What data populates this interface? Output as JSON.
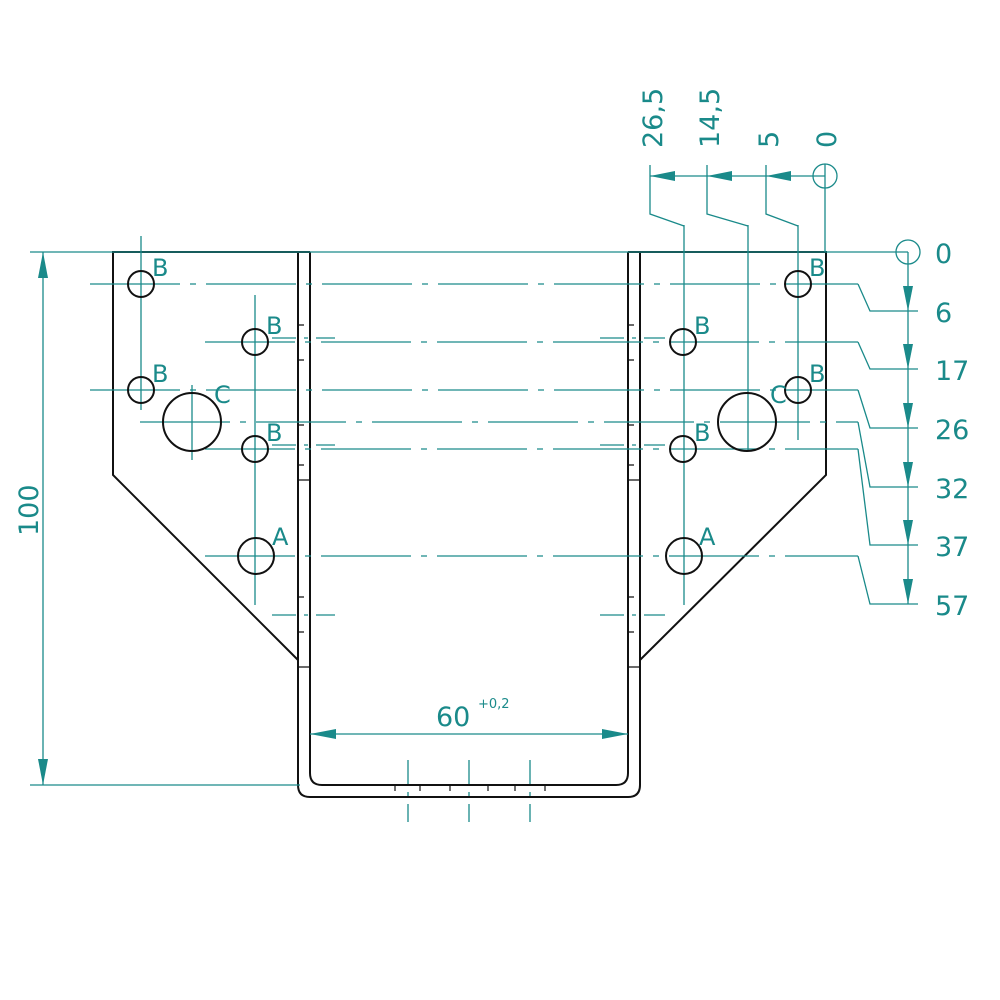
{
  "drawing": {
    "colors": {
      "dimension": "#1a8a8a",
      "outline": "#111111"
    },
    "x_dimensions": [
      "26,5",
      "14,5",
      "5",
      "0"
    ],
    "y_dimensions": [
      "0",
      "6",
      "17",
      "26",
      "32",
      "37",
      "57"
    ],
    "height_dimension": "100",
    "width_dimension": "60",
    "width_tolerance": "+0,2",
    "hole_labels": {
      "a": "A",
      "b": "B",
      "c": "C"
    }
  }
}
